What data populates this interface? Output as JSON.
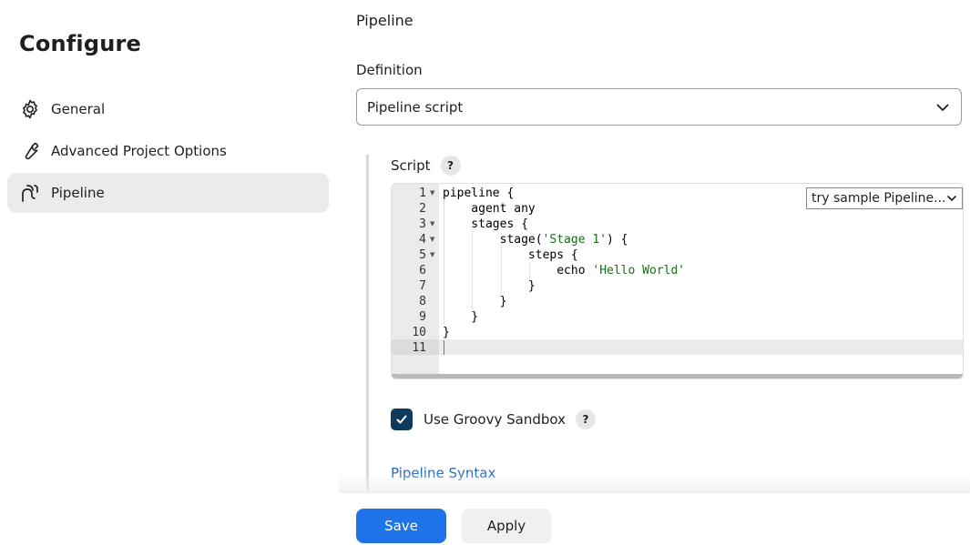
{
  "sidebar": {
    "title": "Configure",
    "items": [
      {
        "label": "General",
        "icon": "gear-icon",
        "active": false
      },
      {
        "label": "Advanced Project Options",
        "icon": "wrench-icon",
        "active": false
      },
      {
        "label": "Pipeline",
        "icon": "pipeline-icon",
        "active": true
      }
    ]
  },
  "main": {
    "section_title": "Pipeline",
    "definition": {
      "label": "Definition",
      "selected": "Pipeline script"
    },
    "script": {
      "label": "Script",
      "help": "?",
      "sample_select": "try sample Pipeline...",
      "lines": [
        {
          "num": "1",
          "code": "pipeline {"
        },
        {
          "num": "2",
          "code": "    agent any"
        },
        {
          "num": "3",
          "code": "    stages {"
        },
        {
          "num": "4",
          "code": "        stage('Stage 1') {"
        },
        {
          "num": "5",
          "code": "            steps {"
        },
        {
          "num": "6",
          "code": "                echo 'Hello World'"
        },
        {
          "num": "7",
          "code": "            }"
        },
        {
          "num": "8",
          "code": "        }"
        },
        {
          "num": "9",
          "code": "    }"
        },
        {
          "num": "10",
          "code": "}"
        },
        {
          "num": "11",
          "code": ""
        }
      ],
      "foldable_lines": [
        1,
        3,
        4,
        5
      ],
      "active_line": 11
    },
    "sandbox": {
      "label": "Use Groovy Sandbox",
      "checked": true,
      "help": "?"
    },
    "syntax_link": "Pipeline Syntax"
  },
  "footer": {
    "save_label": "Save",
    "apply_label": "Apply"
  },
  "colors": {
    "primary": "#1e73e8",
    "checkbox": "#0f3a5e",
    "link": "#2067c2",
    "string": "#1a6e1a"
  }
}
